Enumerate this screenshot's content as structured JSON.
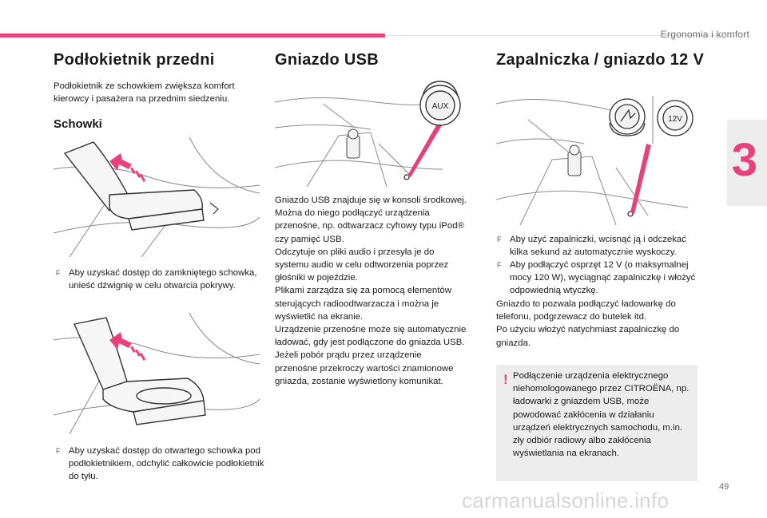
{
  "header": {
    "section_title": "Ergonomia i komfort",
    "chapter_number": "3"
  },
  "left": {
    "title": "Podłokietnik przedni",
    "intro": "Podłokietnik ze schowkiem zwiększa komfort kierowcy i pasażera na przednim siedzeniu.",
    "subtitle": "Schowki",
    "bullet1": "Aby uzyskać dostęp do zamkniętego schowka, unieść dźwignię w celu otwarcia pokrywy.",
    "bullet2": "Aby uzyskać dostęp do otwartego schowka pod podłokietnikiem, odchylić całkowicie podłokietnik do tyłu.",
    "bullet_marker": "F"
  },
  "middle": {
    "title": "Gniazdo USB",
    "aux_label": "AUX",
    "lines": [
      "Gniazdo USB znajduje się w konsoli środkowej.",
      "Można do niego podłączyć urządzenia",
      "przenośne, np. odtwarzacz cyfrowy typu iPod®",
      "czy pamięć USB.",
      "Odczytuje on pliki audio i przesyła je do",
      "systemu audio w celu odtworzenia poprzez",
      "głośniki w pojeździe.",
      "Plikami zarządza się za pomocą elementów",
      "sterujących radioodtwarzacza i można je",
      "wyświetlić na ekranie.",
      "Urządzenie przenośne może się automatycznie",
      "ładować, gdy jest podłączone do gniazda USB.",
      "Jeżeli pobór prądu przez urządzenie",
      "przenośne przekroczy wartości znamionowe",
      "gniazda, zostanie wyświetlony komunikat."
    ]
  },
  "right": {
    "title": "Zapalniczka / gniazdo 12 V",
    "socket_label": "12V",
    "bullet1": "Aby użyć zapalniczki, wcisnąć ją i odczekać kilka sekund aż automatycznie wyskoczy.",
    "bullet2": "Aby podłączyć osprzęt 12 V (o maksymalnej mocy 120 W), wyciągnąć zapalniczkę i włożyć odpowiednią wtyczkę.",
    "body_lines": [
      "Gniazdo to pozwala podłączyć ładowarkę do",
      "telefonu, podgrzewacz do butelek itd.",
      "Po użyciu włożyć natychmiast zapalniczkę do",
      "gniazda."
    ],
    "warning_mark": "!",
    "warning": "Podłączenie urządzenia elektrycznego niehomologowanego przez CITROËNA, np. ładowarki z gniazdem USB, może powodować zakłócenia w działaniu urządzeń elektrycznych samochodu, m.in. zły odbiór radiowy albo zakłócenia wyświetlania na ekranach."
  },
  "footer": {
    "page_number": "49",
    "watermark": "carmanualsonline.info"
  },
  "colors": {
    "accent": "#e8407a",
    "warn_bg": "#ededed"
  }
}
